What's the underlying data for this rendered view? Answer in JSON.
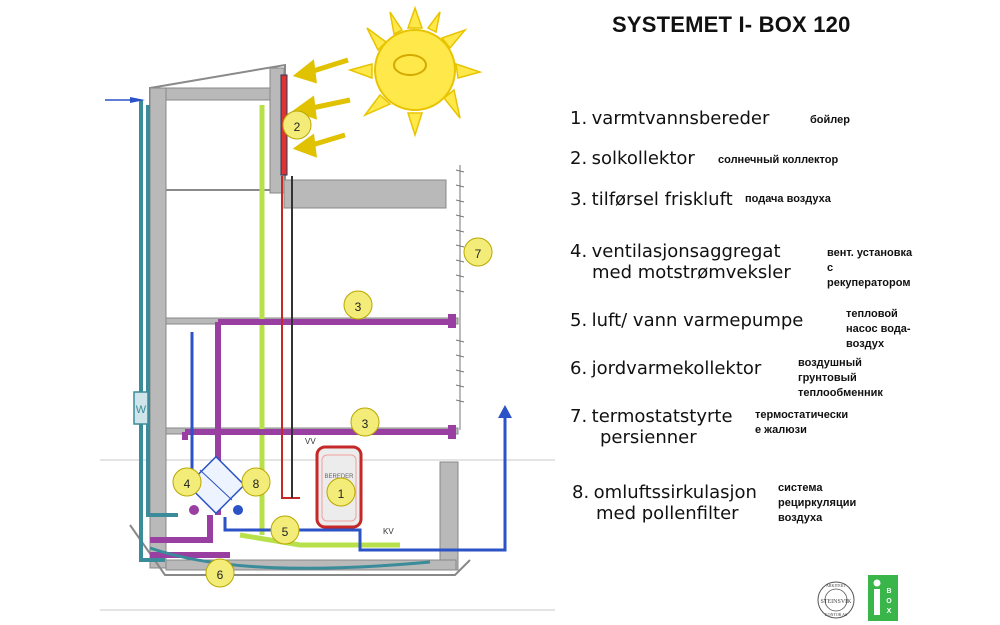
{
  "title": "SYSTEMET I- BOX 120",
  "legend": [
    {
      "num": "1.",
      "no": "varmtvannsbereder",
      "ru": "бойлер"
    },
    {
      "num": "2.",
      "no": "solkollektor",
      "ru": "солнечный коллектор"
    },
    {
      "num": "3.",
      "no": "tilførsel friskluft",
      "ru": "подача воздуха"
    },
    {
      "num": "4.",
      "no_lines": [
        "ventilasjonsaggregat",
        "med motstrømveksler"
      ],
      "ru_lines": [
        "вент. установка",
        "с",
        "рекуператором"
      ]
    },
    {
      "num": "5.",
      "no": "luft/ vann varmepumpe",
      "ru_lines": [
        "тепловой",
        "насос вода-",
        "воздух"
      ]
    },
    {
      "num": "6.",
      "no": "jordvarmekollektor",
      "ru_lines": [
        "воздушный",
        "грунтовый",
        "теплообменник"
      ]
    },
    {
      "num": "7.",
      "no_lines": [
        "termostatstyrte",
        "persienner"
      ],
      "ru_lines": [
        "термостатически",
        "е жалюзи"
      ]
    },
    {
      "num": "8.",
      "no_lines": [
        "omluftssirkulasjon",
        "med pollenfilter"
      ],
      "ru_lines": [
        "система",
        "рециркуляции",
        "воздуха"
      ]
    }
  ],
  "diagram_labels": {
    "n1": "1",
    "n2": "2",
    "n3a": "3",
    "n3b": "3",
    "n4": "4",
    "n5": "5",
    "n6": "6",
    "n7": "7",
    "n8": "8",
    "vv": "VV",
    "kv": "KV",
    "tank": "BEREDER",
    "heat_exchanger": "W"
  },
  "logos": {
    "stamp_text": "ARKITEKT STEINSVIK KONTOR AS",
    "ibox_letters": "BOX"
  },
  "colors": {
    "sun": "#ffe84a",
    "sun_stroke": "#e8c400",
    "badge": "#f3ec78",
    "teal": "#3a8c9a",
    "purple": "#9a3fa2",
    "blue": "#2b52c6",
    "green": "#b8e04a",
    "red": "#c62828",
    "frame": "#a8a8a8",
    "logo_green": "#39b54a"
  }
}
